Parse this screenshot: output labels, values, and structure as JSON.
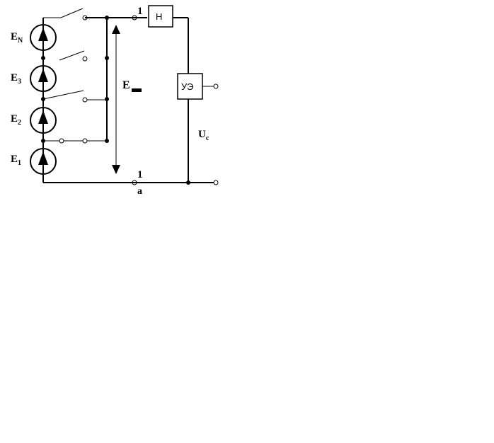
{
  "sources": {
    "e_n": "E",
    "e_n_sub": "N",
    "e_3": "E",
    "e_3_sub": "3",
    "e_2": "E",
    "e_2_sub": "2",
    "e_1": "E",
    "e_1_sub": "1"
  },
  "voltage": {
    "e_main": "E",
    "u_c": "U",
    "u_c_sub": "c"
  },
  "nodes": {
    "top_terminal": "1",
    "bottom_terminal": "1",
    "bottom_point": "a"
  },
  "blocks": {
    "load": "Н",
    "control": "УЭ"
  }
}
